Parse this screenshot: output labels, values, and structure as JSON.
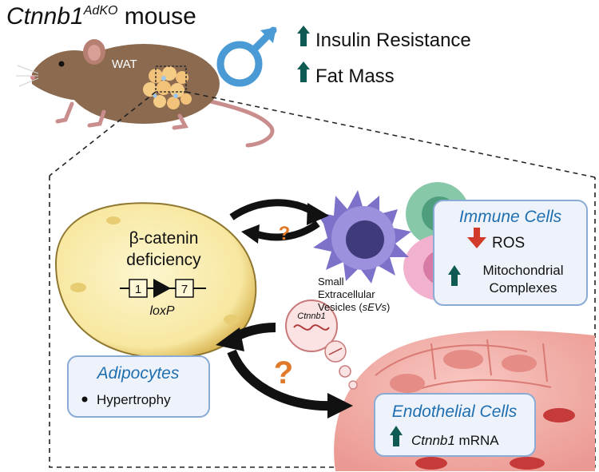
{
  "title": {
    "gene": "Ctnnb1",
    "superscript": "AdKO",
    "suffix": " mouse"
  },
  "mouse": {
    "tissue_label": "WAT"
  },
  "phenotype": {
    "sex": "male",
    "items": [
      {
        "direction": "up",
        "label": "Insulin Resistance"
      },
      {
        "direction": "up",
        "label": "Fat Mass"
      }
    ]
  },
  "adipocyte_cell": {
    "line1": "β-catenin",
    "line2": "deficiency",
    "exon_left": "1",
    "exon_right": "7",
    "site_label": "loxP"
  },
  "adipocytes_box": {
    "title": "Adipocytes",
    "bullet": "Hypertrophy"
  },
  "immune_box": {
    "title": "Immune Cells",
    "items": [
      {
        "direction": "down",
        "label": "ROS"
      },
      {
        "direction": "up",
        "label_lines": [
          "Mitochondrial",
          "Complexes"
        ]
      }
    ]
  },
  "sev": {
    "lines": [
      "Small",
      "Extracellular",
      "Vesicles"
    ],
    "abbr_open": "(",
    "abbr": "sEVs",
    "abbr_close": ")",
    "cargo": "Ctnnb1"
  },
  "endothelial_box": {
    "title": "Endothelial Cells",
    "item": {
      "direction": "up",
      "gene": "Ctnnb1",
      "rest": " mRNA"
    }
  },
  "question_mark": "?",
  "colors": {
    "up_arrow": "#0f5a52",
    "down_arrow": "#d23a2a",
    "box_title": "#1f6fb0",
    "box_border": "#8aabd4",
    "box_fill": "#eef3fb",
    "male_symbol": "#4a9ad6",
    "question": "#e07a2a",
    "adipocyte_fill": "#fbefb3",
    "mouse_fur": "#8b6a4f"
  }
}
